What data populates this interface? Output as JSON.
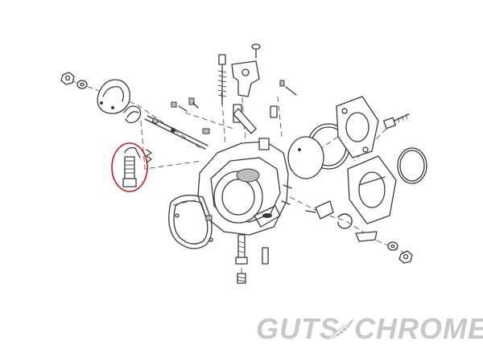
{
  "brand": {
    "name_left": "GUTS",
    "name_right": "CHROME",
    "emblem": "feather-icon",
    "color": "#c8c8c8"
  },
  "diagram": {
    "subject": "carburetor-exploded-view",
    "line_color": "#3a3a3a",
    "highlight_color": "#d4141c",
    "highlighted_part": "accelerator-pump-fitting"
  }
}
